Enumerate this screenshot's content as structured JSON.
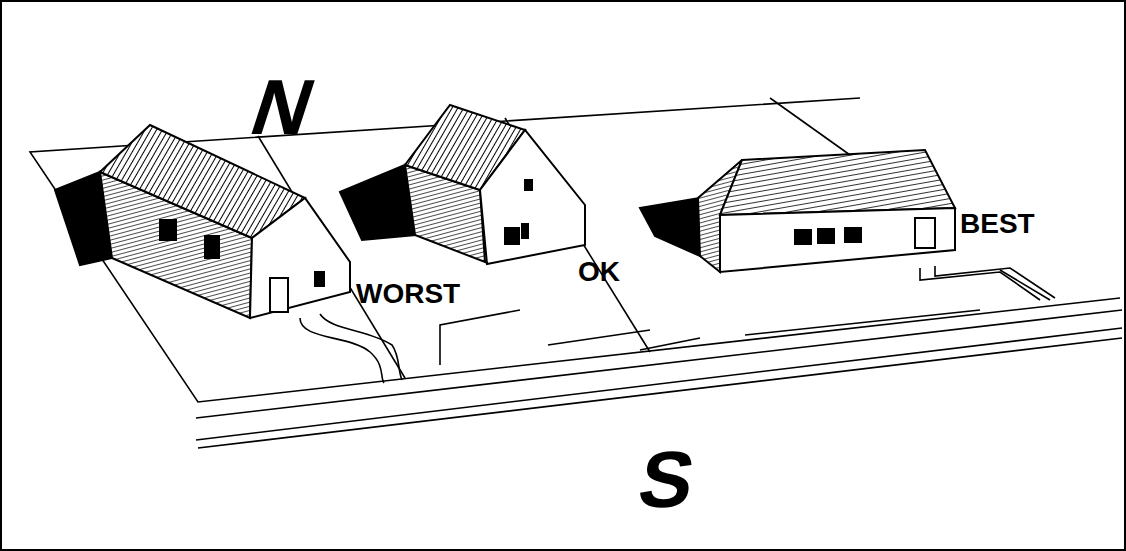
{
  "diagram": {
    "labels": [
      "N",
      "WORST",
      "OK",
      "BEST",
      "S"
    ]
  }
}
